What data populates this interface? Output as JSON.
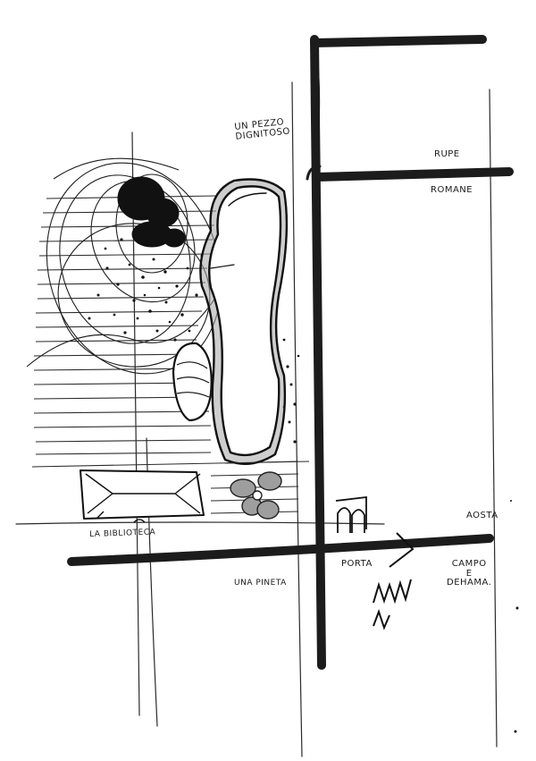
{
  "labels": {
    "un_pezzo": "UN PEZZO\nDIGNITOSO",
    "rupe": "RUPE",
    "romane": "ROMANE",
    "porta": "PORTA",
    "aosta": "AOSTA",
    "campo": "CAMPO\nE\nDEHAMA.",
    "biblioteca": "LA BIBLIOTECA",
    "pineta": "UNA PINETA"
  },
  "colors": {
    "ink": "#1a1a1a",
    "marker": "#222222",
    "wash": "#9a9a9a",
    "paper": "#ffffff"
  },
  "icons": {
    "arrow": "arrow-right-icon",
    "scribble": "scribble-icon"
  }
}
